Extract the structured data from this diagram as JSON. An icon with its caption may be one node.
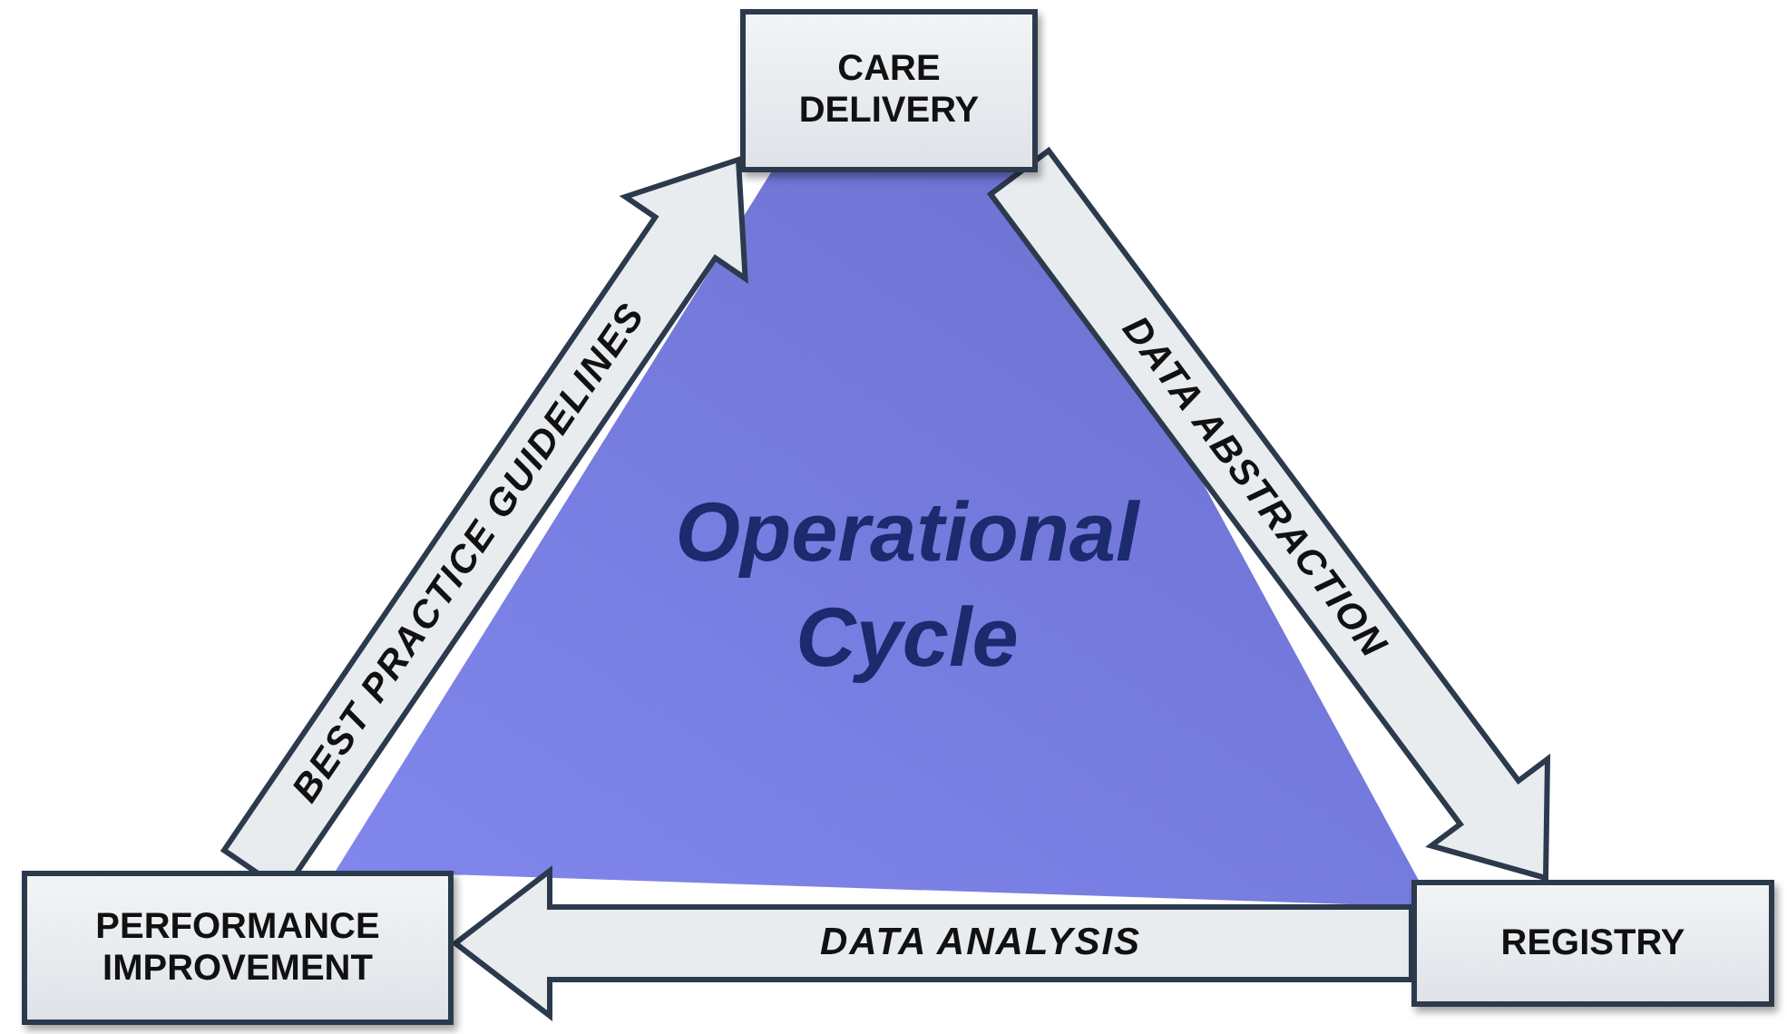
{
  "diagram": {
    "nodes": [
      {
        "text": [
          "CARE DELIVERY"
        ]
      },
      {
        "text": [
          "Operational Cycle"
        ]
      },
      {
        "text": [
          "PERFORMANCE IMPROVEMENT"
        ]
      },
      {
        "text": [
          "REGISTRY"
        ]
      }
    ],
    "edges": [
      {
        "from": 0,
        "to": 3,
        "arrow": "to",
        "label": "DATA ABSTRACTION"
      },
      {
        "from": 3,
        "to": 2,
        "arrow": "to",
        "label": "DATA ANALYSIS"
      },
      {
        "from": 2,
        "to": 0,
        "arrow": "to",
        "label": "BEST PRACTICE GUIDELINES"
      }
    ]
  }
}
